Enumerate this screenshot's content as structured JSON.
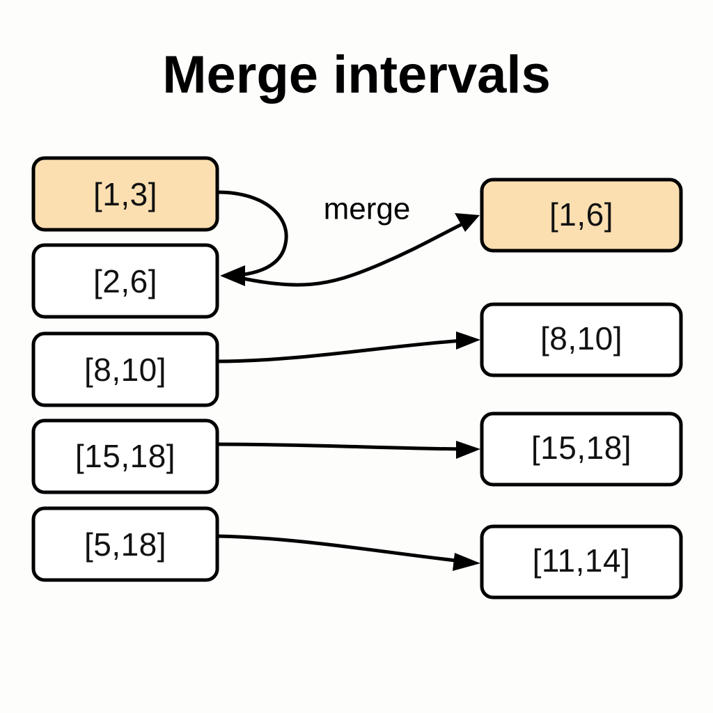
{
  "page": {
    "title": "Merge intervals",
    "background_color": "#fdfdfc"
  },
  "colors": {
    "accent_fill": "#fbdfb1",
    "plain_fill": "#ffffff",
    "stroke": "#000000",
    "text": "#111111"
  },
  "labels": {
    "merge_edge": "merge"
  },
  "chart_data": {
    "type": "diagram",
    "title": "Merge intervals",
    "description": "Left column of input intervals mapped by arrows to a right column of merged output intervals.",
    "left_column": [
      {
        "id": "in-1",
        "label": "[1,3]",
        "start": 1,
        "end": 3,
        "highlighted": true
      },
      {
        "id": "in-2",
        "label": "[2,6]",
        "start": 2,
        "end": 6,
        "highlighted": false
      },
      {
        "id": "in-3",
        "label": "[8,10]",
        "start": 8,
        "end": 10,
        "highlighted": false
      },
      {
        "id": "in-4",
        "label": "[15,18]",
        "start": 15,
        "end": 18,
        "highlighted": false
      },
      {
        "id": "in-5",
        "label": "[5,18]",
        "start": 5,
        "end": 18,
        "highlighted": false
      }
    ],
    "right_column": [
      {
        "id": "out-1",
        "label": "[1,6]",
        "start": 1,
        "end": 6,
        "highlighted": true
      },
      {
        "id": "out-2",
        "label": "[8,10]",
        "start": 8,
        "end": 10,
        "highlighted": false
      },
      {
        "id": "out-3",
        "label": "[15,18]",
        "start": 15,
        "end": 18,
        "highlighted": false
      },
      {
        "id": "out-4",
        "label": "[11,14]",
        "start": 11,
        "end": 14,
        "highlighted": false
      }
    ],
    "edges": [
      {
        "id": "edge-merge-loop",
        "from": "in-1",
        "to": "in-2",
        "label": "merge",
        "style": "curved-loop"
      },
      {
        "id": "edge-merge-out",
        "from": "in-2",
        "to": "out-1",
        "label": "",
        "style": "curved"
      },
      {
        "id": "edge-810",
        "from": "in-3",
        "to": "out-2",
        "label": "",
        "style": "curved"
      },
      {
        "id": "edge-1518",
        "from": "in-4",
        "to": "out-3",
        "label": "",
        "style": "curved"
      },
      {
        "id": "edge-518",
        "from": "in-5",
        "to": "out-4",
        "label": "",
        "style": "curved"
      }
    ]
  }
}
